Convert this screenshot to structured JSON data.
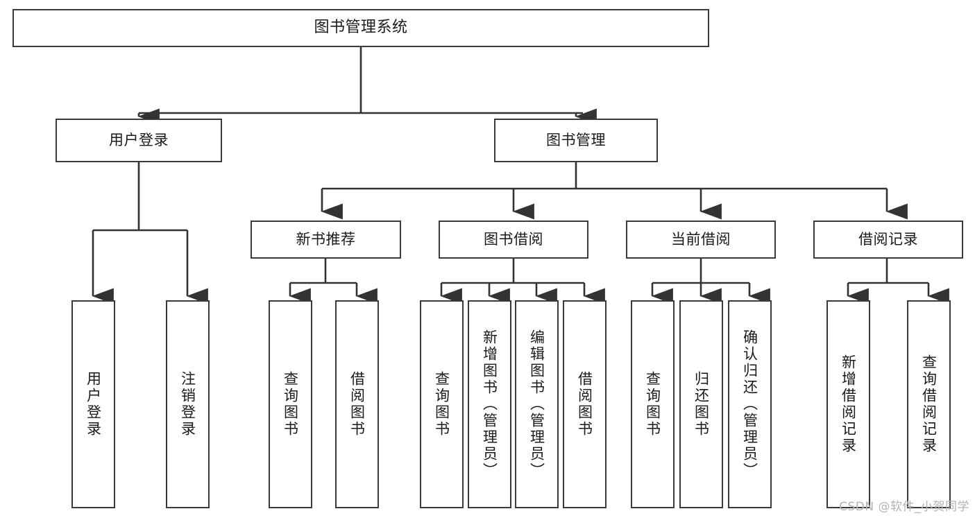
{
  "diagram": {
    "title": "图书管理系统",
    "type": "tree-hierarchy-diagram",
    "colors": {
      "box_border": "#3a3a3a",
      "box_fill": "#ffffff",
      "connector": "#333333",
      "text": "#1a1a1a",
      "watermark": "#b4b4b4",
      "background": "#ffffff"
    },
    "root": {
      "label": "图书管理系统"
    },
    "level1": [
      {
        "label": "用户登录"
      },
      {
        "label": "图书管理"
      }
    ],
    "level2": [
      {
        "label": "新书推荐"
      },
      {
        "label": "图书借阅"
      },
      {
        "label": "当前借阅"
      },
      {
        "label": "借阅记录"
      }
    ],
    "leaves": {
      "user_login": [
        {
          "label": "用户登录"
        },
        {
          "label": "注销登录"
        }
      ],
      "new_book_recommend": [
        {
          "label": "查询图书"
        },
        {
          "label": "借阅图书"
        }
      ],
      "book_borrow": [
        {
          "label": "查询图书"
        },
        {
          "label": "新增图书（管理员）"
        },
        {
          "label": "编辑图书（管理员）"
        },
        {
          "label": "借阅图书"
        }
      ],
      "current_borrow": [
        {
          "label": "查询图书"
        },
        {
          "label": "归还图书"
        },
        {
          "label": "确认归还（管理员）"
        }
      ],
      "borrow_record": [
        {
          "label": "新增借阅记录"
        },
        {
          "label": "查询借阅记录"
        }
      ]
    }
  },
  "watermark": {
    "text": "CSDN @软件_小贺同学"
  }
}
